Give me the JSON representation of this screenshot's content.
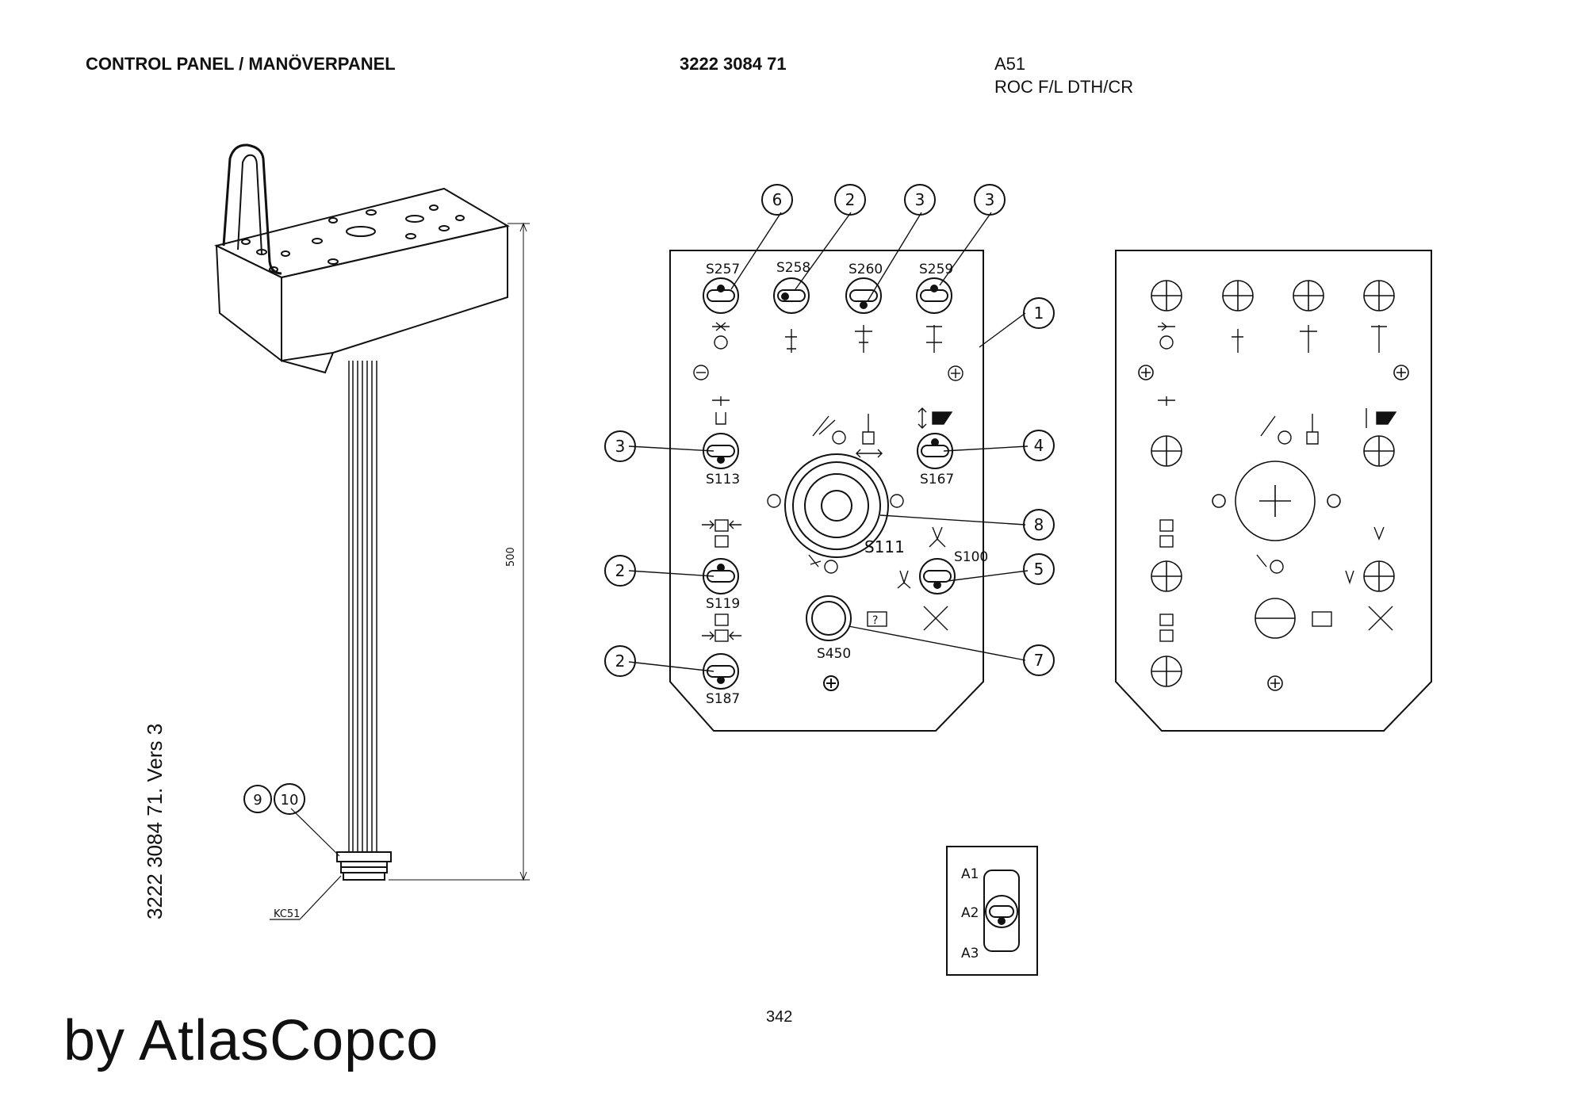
{
  "header": {
    "title": "CONTROL PANEL / MANÖVERPANEL",
    "part_number": "3222 3084 71",
    "code": "A51",
    "model": "ROC F/L DTH/CR"
  },
  "side_text": "3222 3084 71. Vers 3",
  "page_number": "342",
  "brand": "by AtlasCopco",
  "dimension_label": "500",
  "connector_label": "KC51",
  "balloons": [
    "6",
    "2",
    "3",
    "3",
    "1",
    "3",
    "4",
    "8",
    "2",
    "5",
    "2",
    "7",
    "9",
    "10"
  ],
  "switch_labels": [
    "S257",
    "S258",
    "S260",
    "S259",
    "S113",
    "S167",
    "S111",
    "S119",
    "S100",
    "S450",
    "S187"
  ],
  "selector_labels": [
    "A1",
    "A2",
    "A3"
  ]
}
